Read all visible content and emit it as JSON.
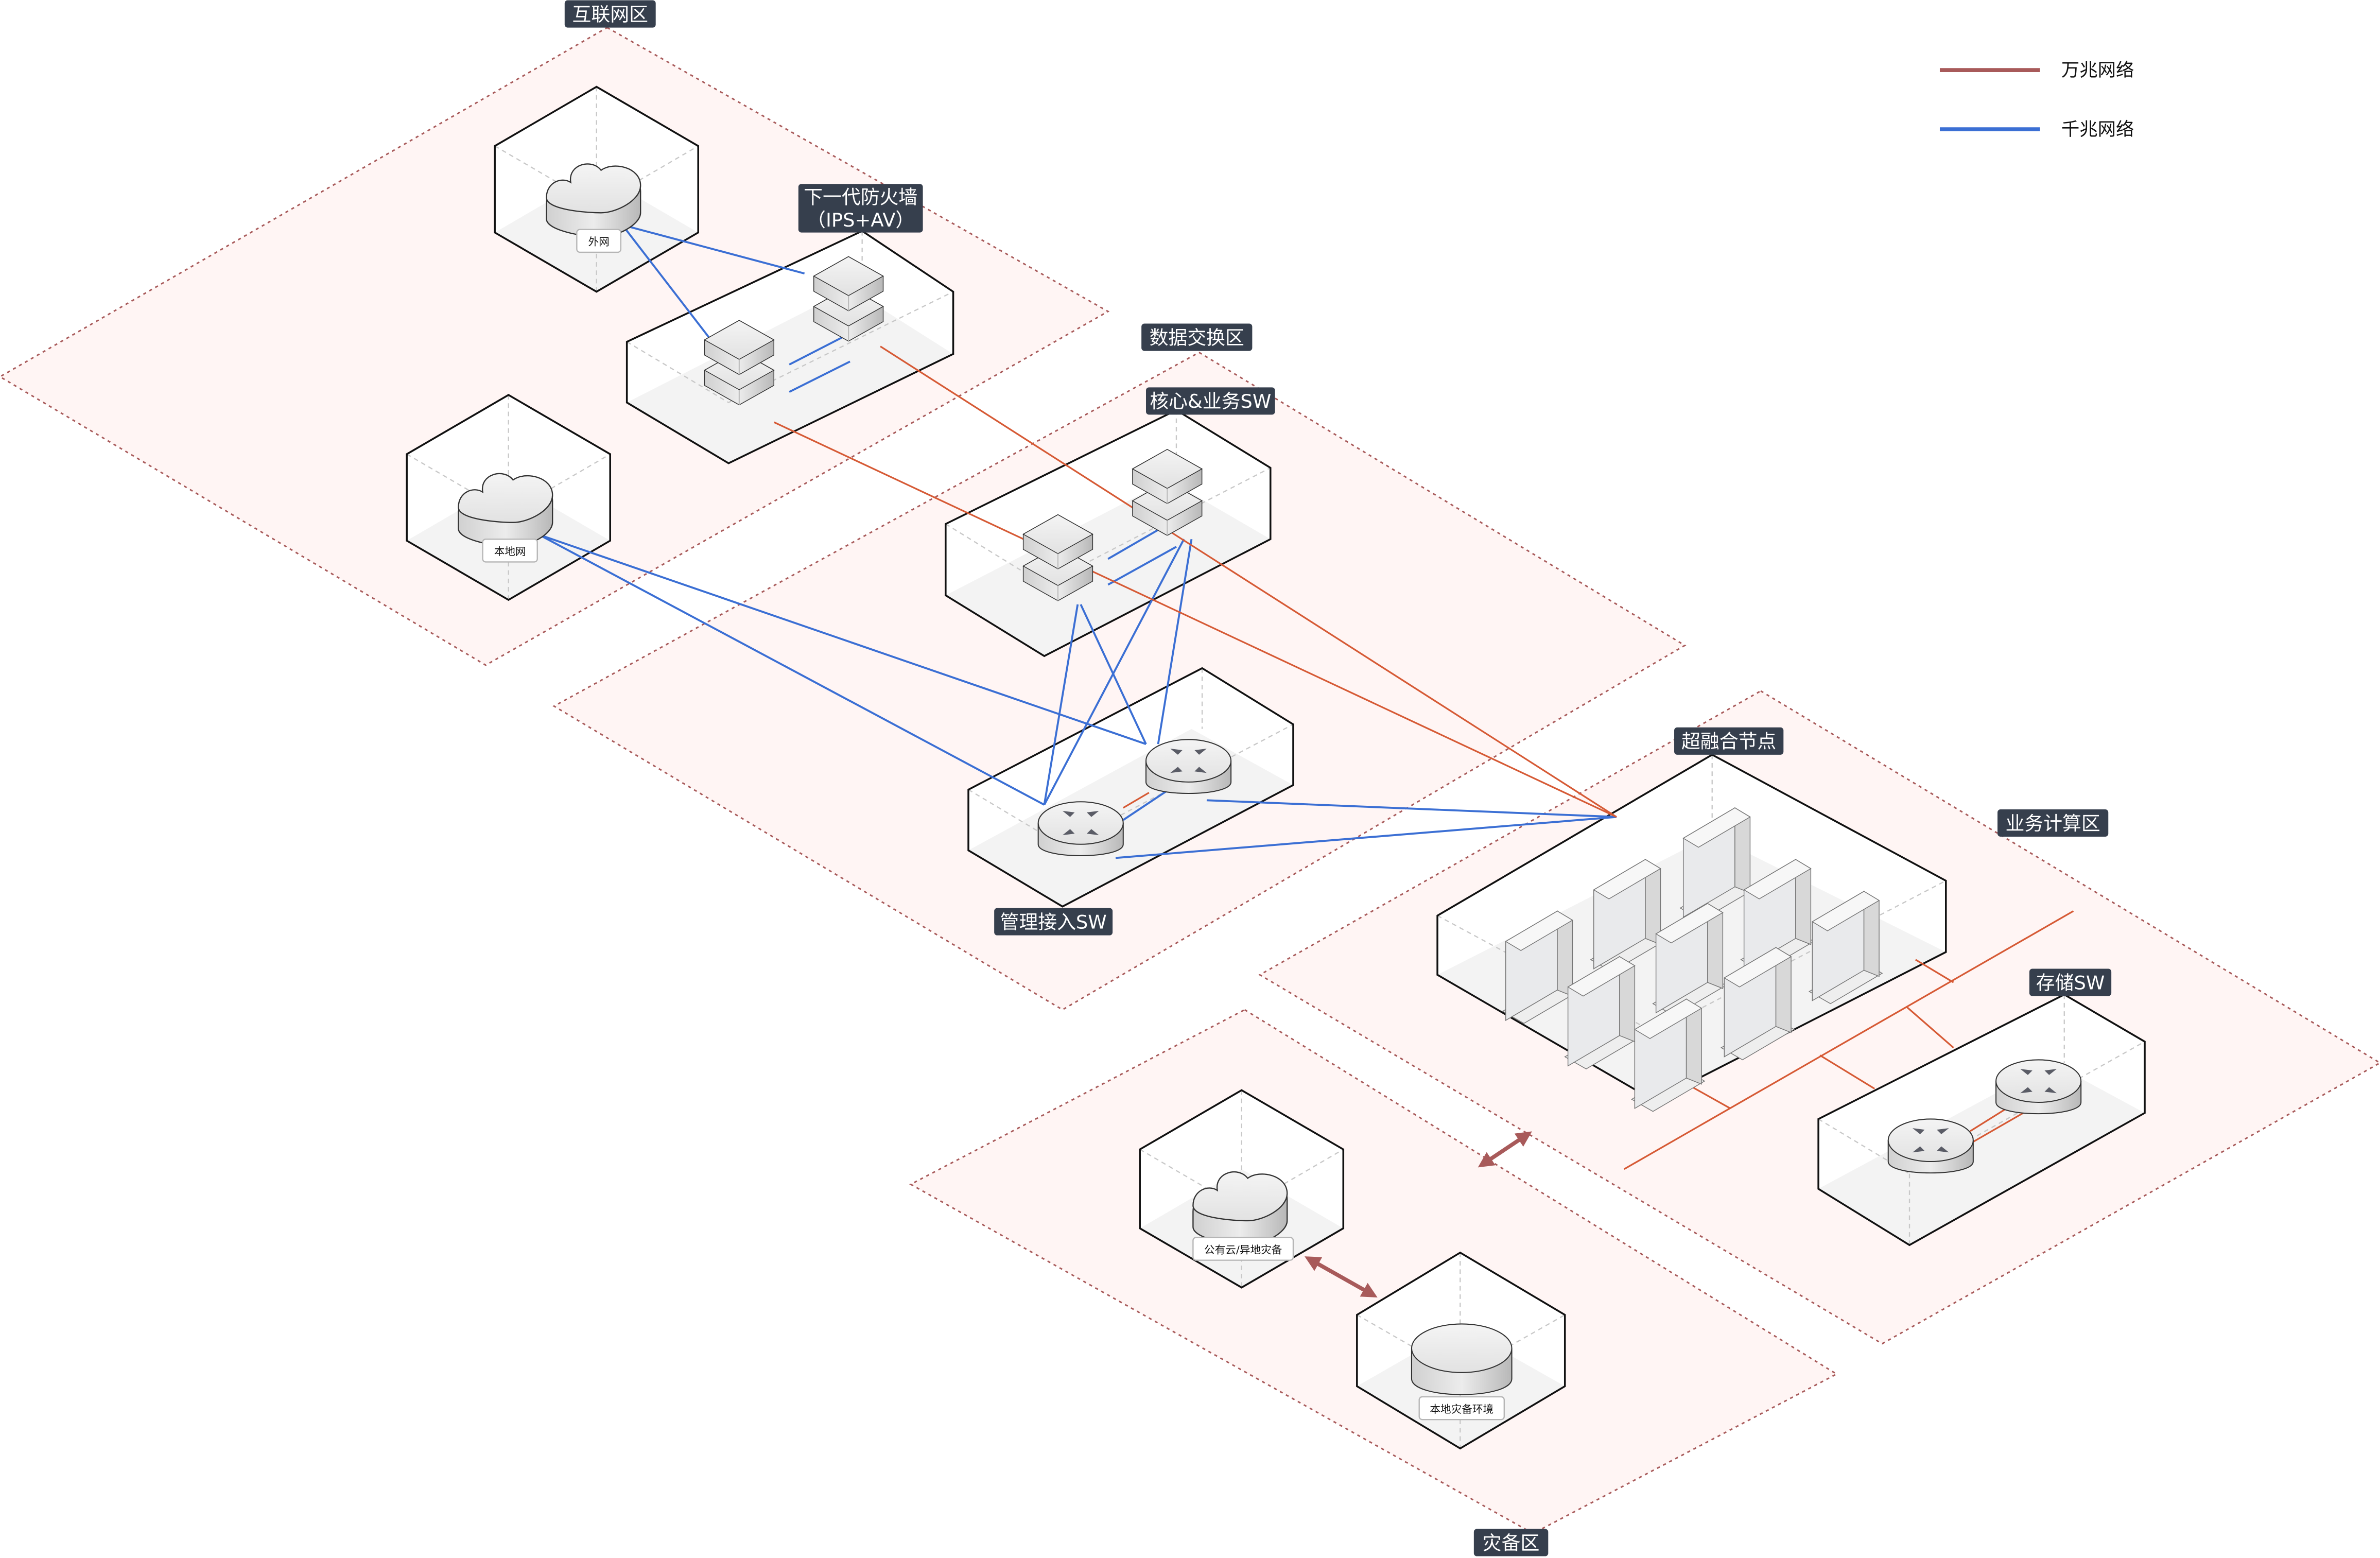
{
  "legend": {
    "items": [
      {
        "label": "万兆网络",
        "color": "#a85a5a"
      },
      {
        "label": "千兆网络",
        "color": "#3b6fd4"
      }
    ]
  },
  "colors": {
    "ten_gig_link": "#d65a35",
    "gig_link": "#3b6fd4",
    "zone_fill": "#fff5f4",
    "zone_border": "#a85a5a",
    "tag_bg": "#363f4d",
    "sync_arrow": "#a85a5a"
  },
  "zones": {
    "internet": {
      "label": "互联网区"
    },
    "exchange": {
      "label": "数据交换区"
    },
    "compute": {
      "label": "业务计算区"
    },
    "dr": {
      "label": "灾备区"
    }
  },
  "devices": {
    "wan": {
      "label": "外网",
      "icon": "cloud-icon"
    },
    "lan": {
      "label": "本地网",
      "icon": "cloud-icon"
    },
    "firewall": {
      "label_line1": "下一代防火墙",
      "label_line2": "（IPS+AV）",
      "icon": "firewall-appliance-icon"
    },
    "core_sw": {
      "label": "核心&业务SW",
      "icon": "switch-stack-icon"
    },
    "mgmt_sw": {
      "label": "管理接入SW",
      "icon": "router-icon"
    },
    "hci": {
      "label": "超融合节点",
      "icon": "server-icon",
      "node_count": 9
    },
    "storage_sw": {
      "label": "存储SW",
      "icon": "router-icon"
    },
    "public_cloud": {
      "label": "公有云/异地灾备",
      "icon": "cloud-icon"
    },
    "local_dr": {
      "label": "本地灾备环境",
      "icon": "database-icon"
    }
  }
}
